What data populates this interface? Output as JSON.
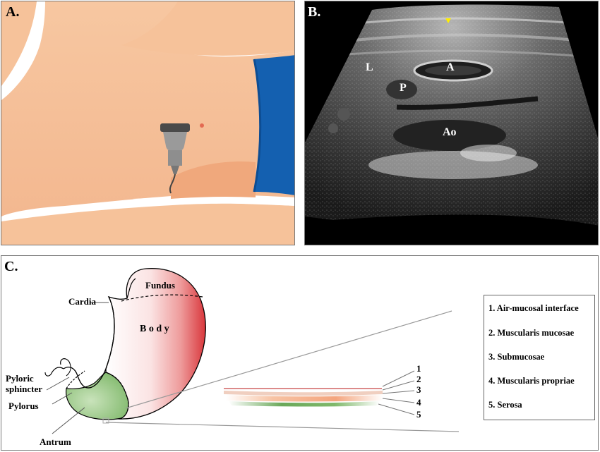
{
  "panels": {
    "a_label": "A.",
    "b_label": "B.",
    "c_label": "C."
  },
  "ultrasound": {
    "labels": {
      "liver": "L",
      "antrum": "A",
      "pancreas": "P",
      "aorta": "Ao"
    },
    "marker_color": "#ffee00"
  },
  "stomach": {
    "labels": {
      "fundus": "Fundus",
      "cardia": "Cardia",
      "body": "B o d y",
      "pyloric_sphincter_1": "Pyloric",
      "pyloric_sphincter_2": "sphincter",
      "pylorus": "Pylorus",
      "antrum": "Antrum"
    },
    "colors": {
      "body_red": "#d9363b",
      "antrum_green": "#7fb86a",
      "skin": "#f6c29a",
      "shorts": "#1460b0"
    }
  },
  "layers": {
    "numbers": [
      "1",
      "2",
      "3",
      "4",
      "5"
    ]
  },
  "legend": {
    "items": [
      "1. Air-mucosal interface",
      "2. Muscularis mucosae",
      "3. Submucosae",
      "4. Muscularis propriae",
      "5. Serosa"
    ]
  }
}
